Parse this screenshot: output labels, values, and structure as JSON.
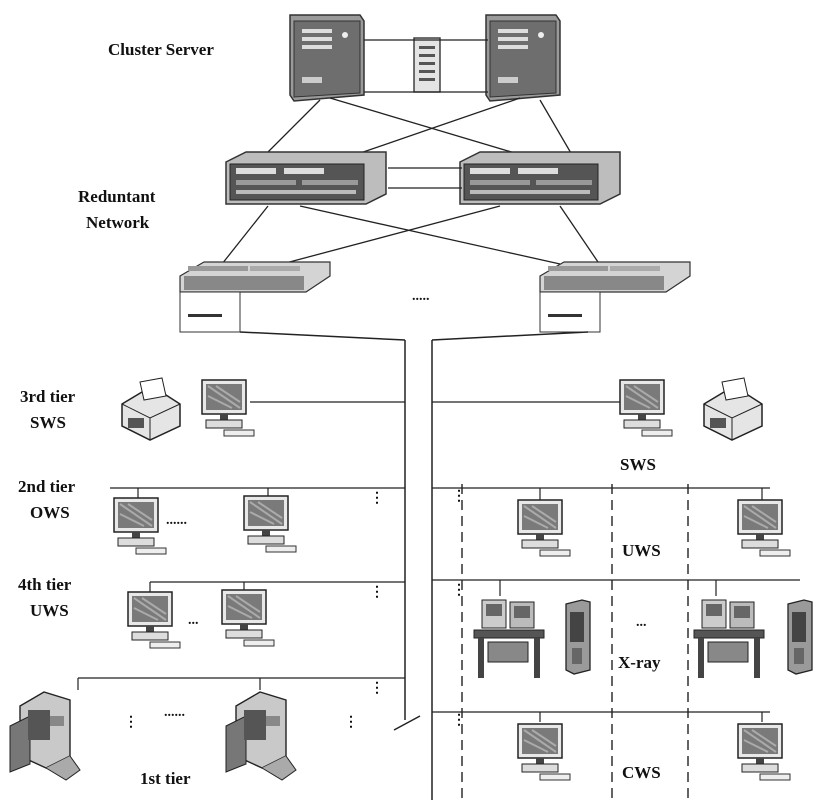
{
  "labels": {
    "cluster_server": "Cluster Server",
    "redundant_network_line1": "Reduntant",
    "redundant_network_line2": "Network",
    "tier3_line1": "3rd tier",
    "tier3_line2": "SWS",
    "tier2_line1": "2nd tier",
    "tier2_line2": "OWS",
    "tier4_line1": "4th tier",
    "tier4_line2": "UWS",
    "tier1": "1st tier",
    "sws": "SWS",
    "uws": "UWS",
    "xray": "X-ray",
    "cws": "CWS",
    "ellipsis_switch": ".....",
    "ellipsis_row": "......",
    "ellipsis_short": "...",
    "vdots": "⋮"
  }
}
